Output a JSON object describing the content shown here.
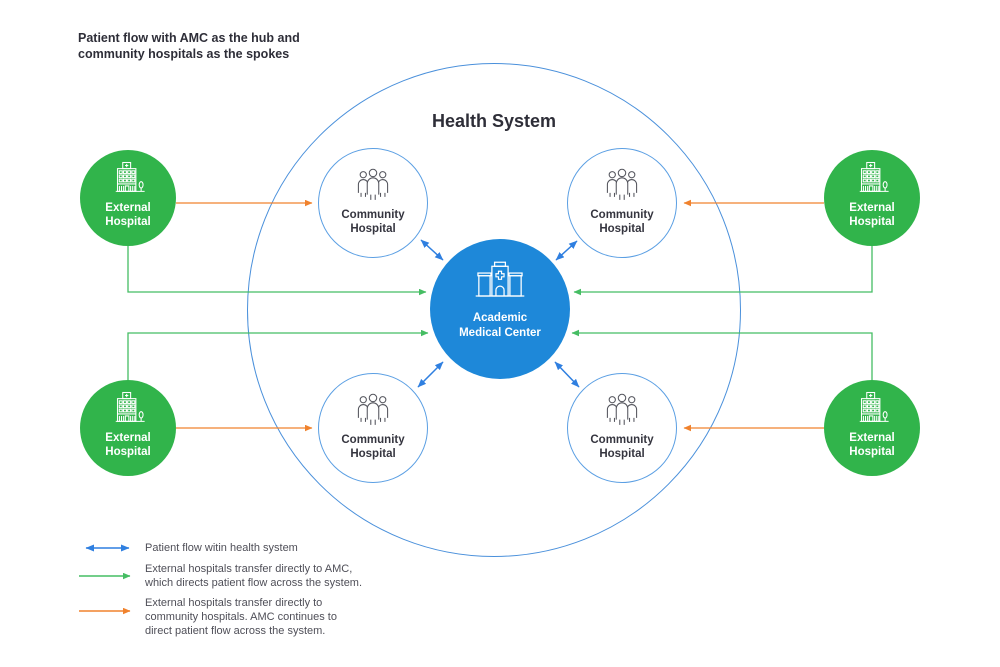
{
  "title": "Patient flow with AMC as the hub and\ncommunity hospitals as the spokes",
  "system_label": "Health System",
  "nodes": {
    "amc": {
      "label": "Academic\nMedical Center",
      "icon": "medical-center-building-icon"
    },
    "community": {
      "label": "Community\nHospital",
      "icon": "people-group-icon"
    },
    "external": {
      "label": "External\nHospital",
      "icon": "hospital-building-icon"
    }
  },
  "legend": [
    {
      "icon": "blue-double-arrow-icon",
      "text": "Patient flow witin health system"
    },
    {
      "icon": "green-arrow-icon",
      "text": "External hospitals transfer directly to AMC,\nwhich directs patient flow across the system."
    },
    {
      "icon": "orange-arrow-icon",
      "text": "External hospitals transfer directly to\ncommunity hospitals. AMC continues to\ndirect patient flow across the system."
    }
  ],
  "colors": {
    "accent_blue": "#2f7fe0",
    "amc_blue": "#1e88d9",
    "circle_blue": "#4a90db",
    "community_outline": "#5b9fe3",
    "green_fill": "#31b44b",
    "green_line": "#45bd63",
    "orange_line": "#f0822d",
    "dark_text": "#2e2e38",
    "legend_text": "#4f4f58",
    "icon_gray": "#55565e"
  }
}
